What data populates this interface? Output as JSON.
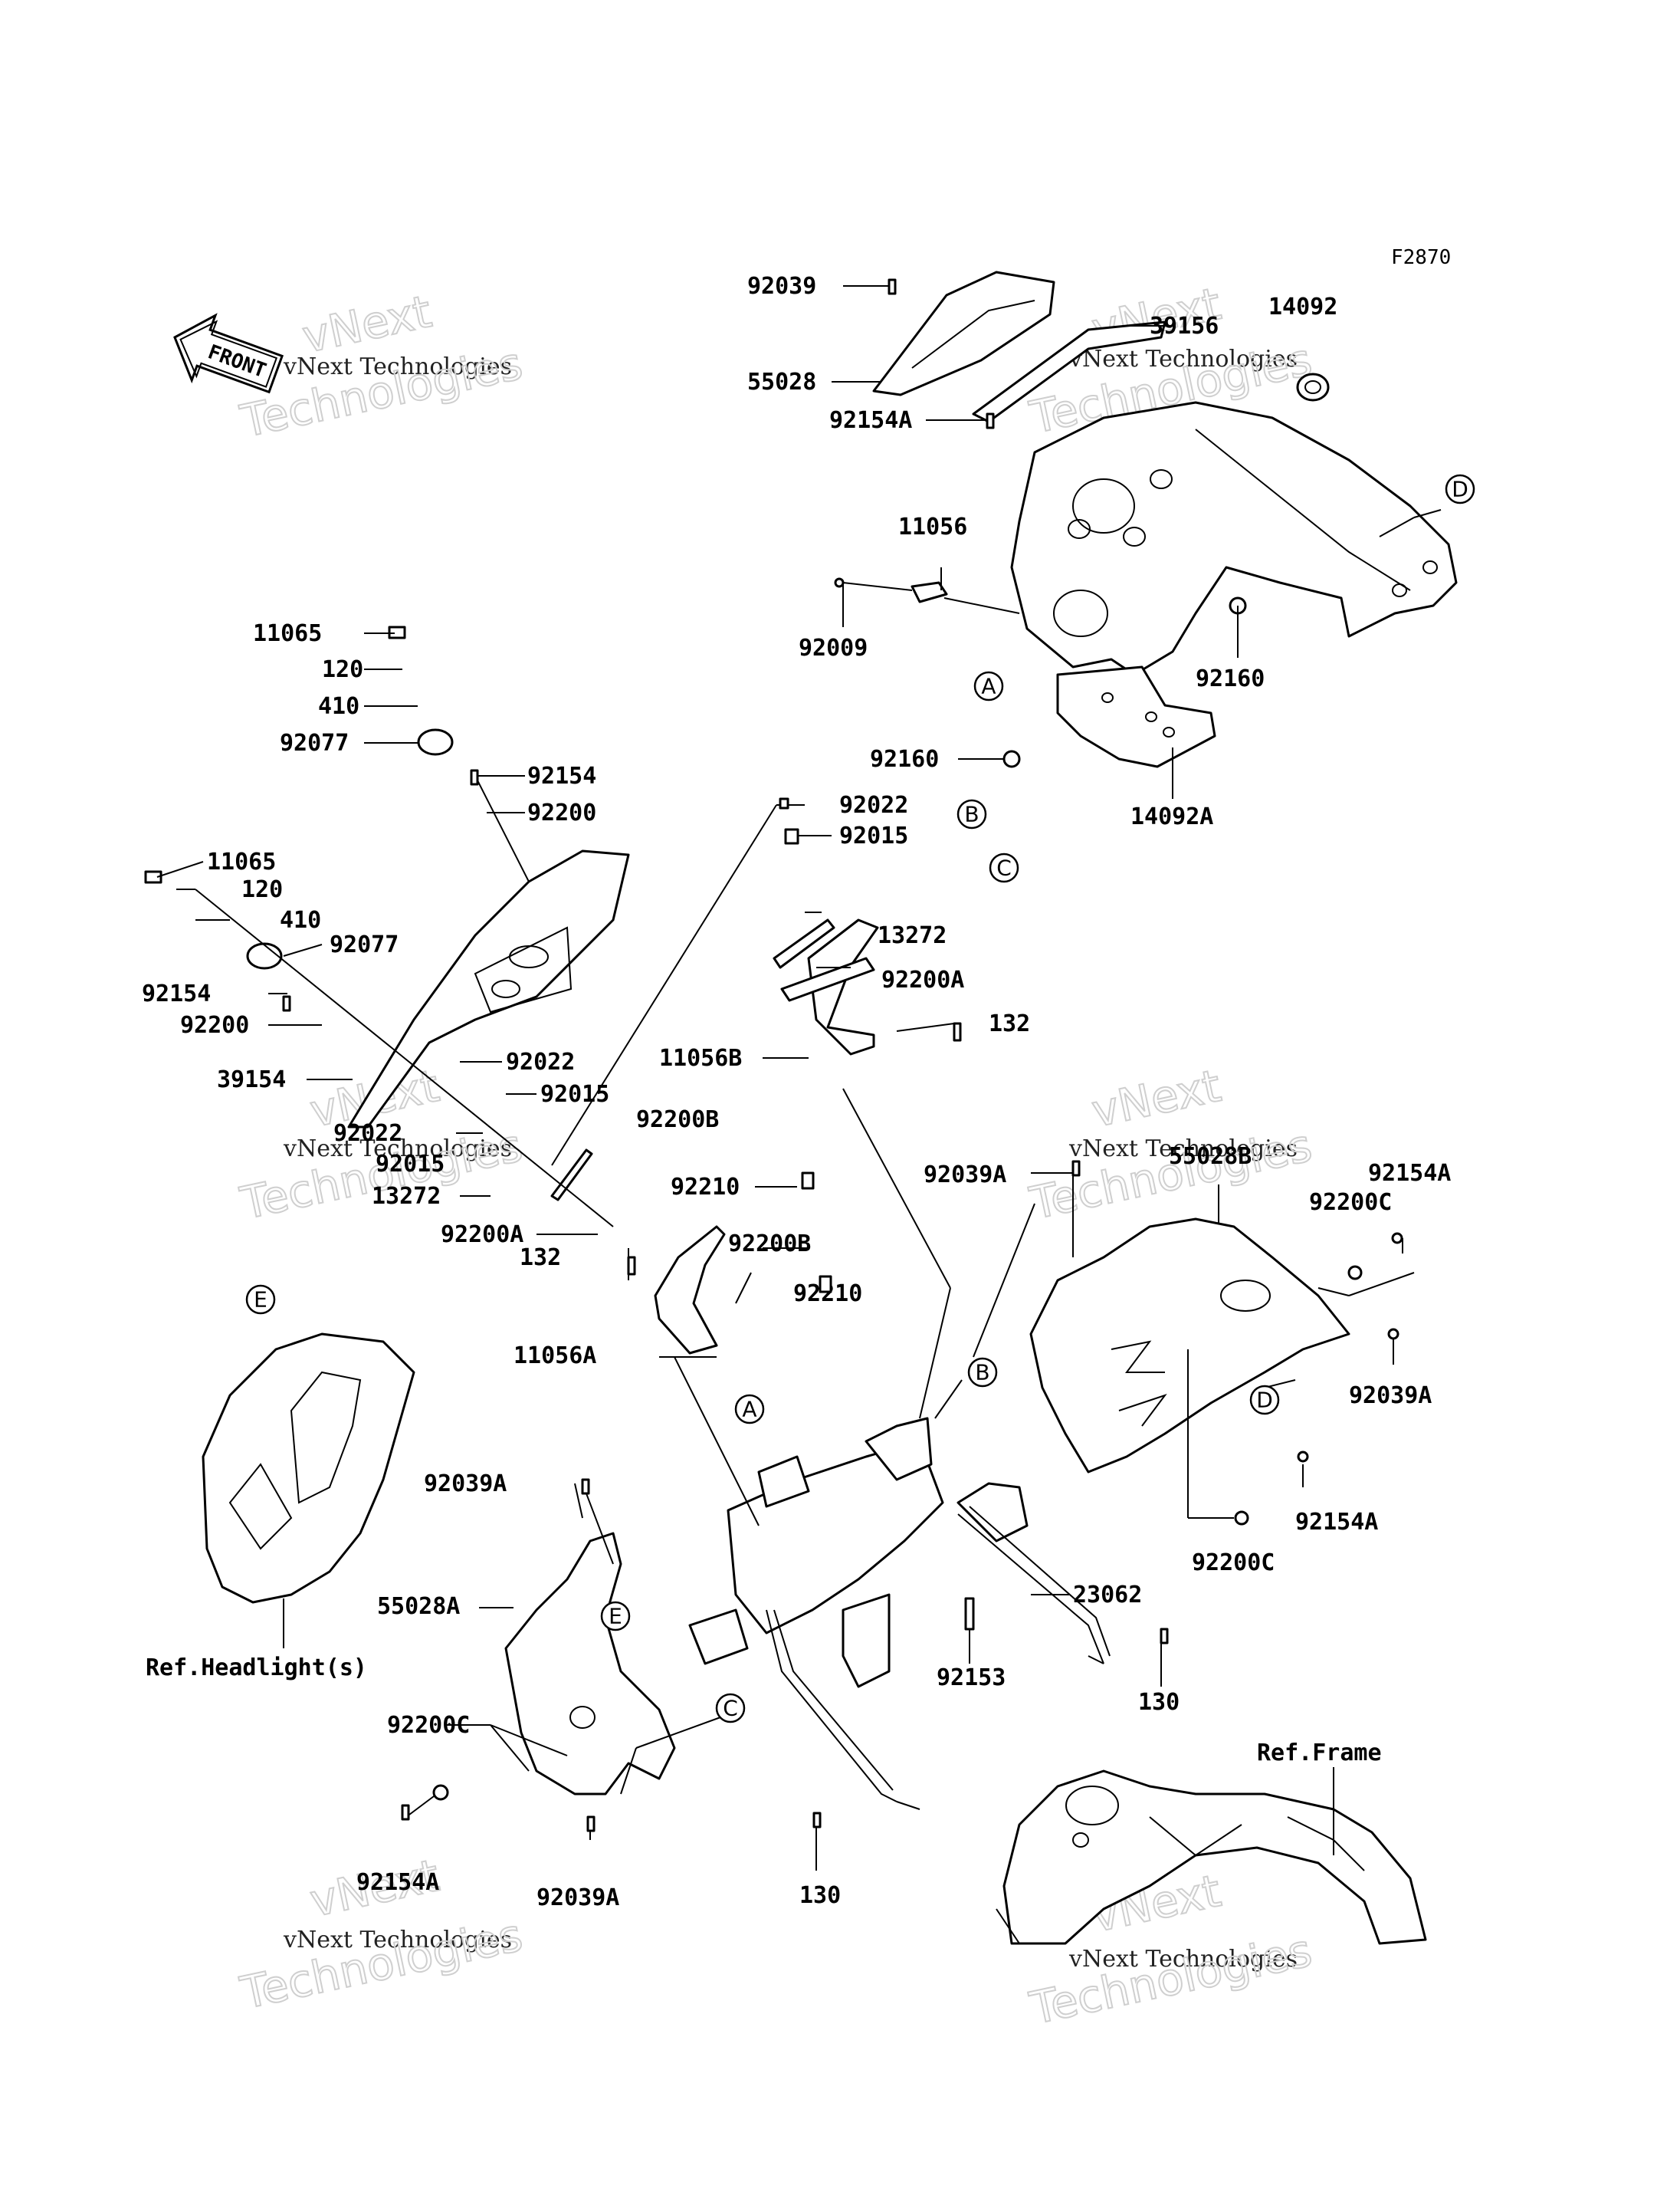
{
  "diagram_code": "F2870",
  "front_label": "FRONT",
  "watermark": {
    "line1": "vNext Technologies",
    "line2": "vNext\nTechnologies"
  },
  "callouts": {
    "A": "A",
    "B": "B",
    "C": "C",
    "D": "D",
    "E": "E"
  },
  "labels": {
    "p92039_top": "92039",
    "p55028": "55028",
    "p39156": "39156",
    "p14092": "14092",
    "p92154A_top": "92154A",
    "p11056": "11056",
    "p92009": "92009",
    "p92160_r": "92160",
    "p92160_l": "92160",
    "p14092A": "14092A",
    "p11065_a": "11065",
    "p120_a": "120",
    "p410_a": "410",
    "p92077_a": "92077",
    "p92154_a": "92154",
    "p92200_a": "92200",
    "p11065_b": "11065",
    "p120_b": "120",
    "p410_b": "410",
    "p92077_b": "92077",
    "p92154_b": "92154",
    "p92200_b": "92200",
    "p39154": "39154",
    "p92022_a": "92022",
    "p92015_a": "92015",
    "p92022_b": "92022",
    "p92015_b": "92015",
    "p13272_a": "13272",
    "p92200A_a": "92200A",
    "p92022_c": "92022",
    "p92015_c": "92015",
    "p13272_b": "13272",
    "p92200A_b": "92200A",
    "p132_a": "132",
    "p11056B": "11056B",
    "p92200B_a": "92200B",
    "p92210_a": "92210",
    "p92039A_a": "92039A",
    "p55028B": "55028B",
    "p92154A_r": "92154A",
    "p92200C_r": "92200C",
    "p92039A_r": "92039A",
    "p132_b": "132",
    "p92200B_b": "92200B",
    "p92210_b": "92210",
    "p11056A": "11056A",
    "p92039A_b": "92039A",
    "p92154A_m": "92154A",
    "p92200C_m": "92200C",
    "p55028A": "55028A",
    "p23062": "23062",
    "p92153": "92153",
    "p130_r": "130",
    "p92200C_l": "92200C",
    "p92154A_l": "92154A",
    "p92039A_l": "92039A",
    "p130_b": "130",
    "ref_headlight": "Ref.Headlight(s)",
    "ref_frame": "Ref.Frame"
  }
}
